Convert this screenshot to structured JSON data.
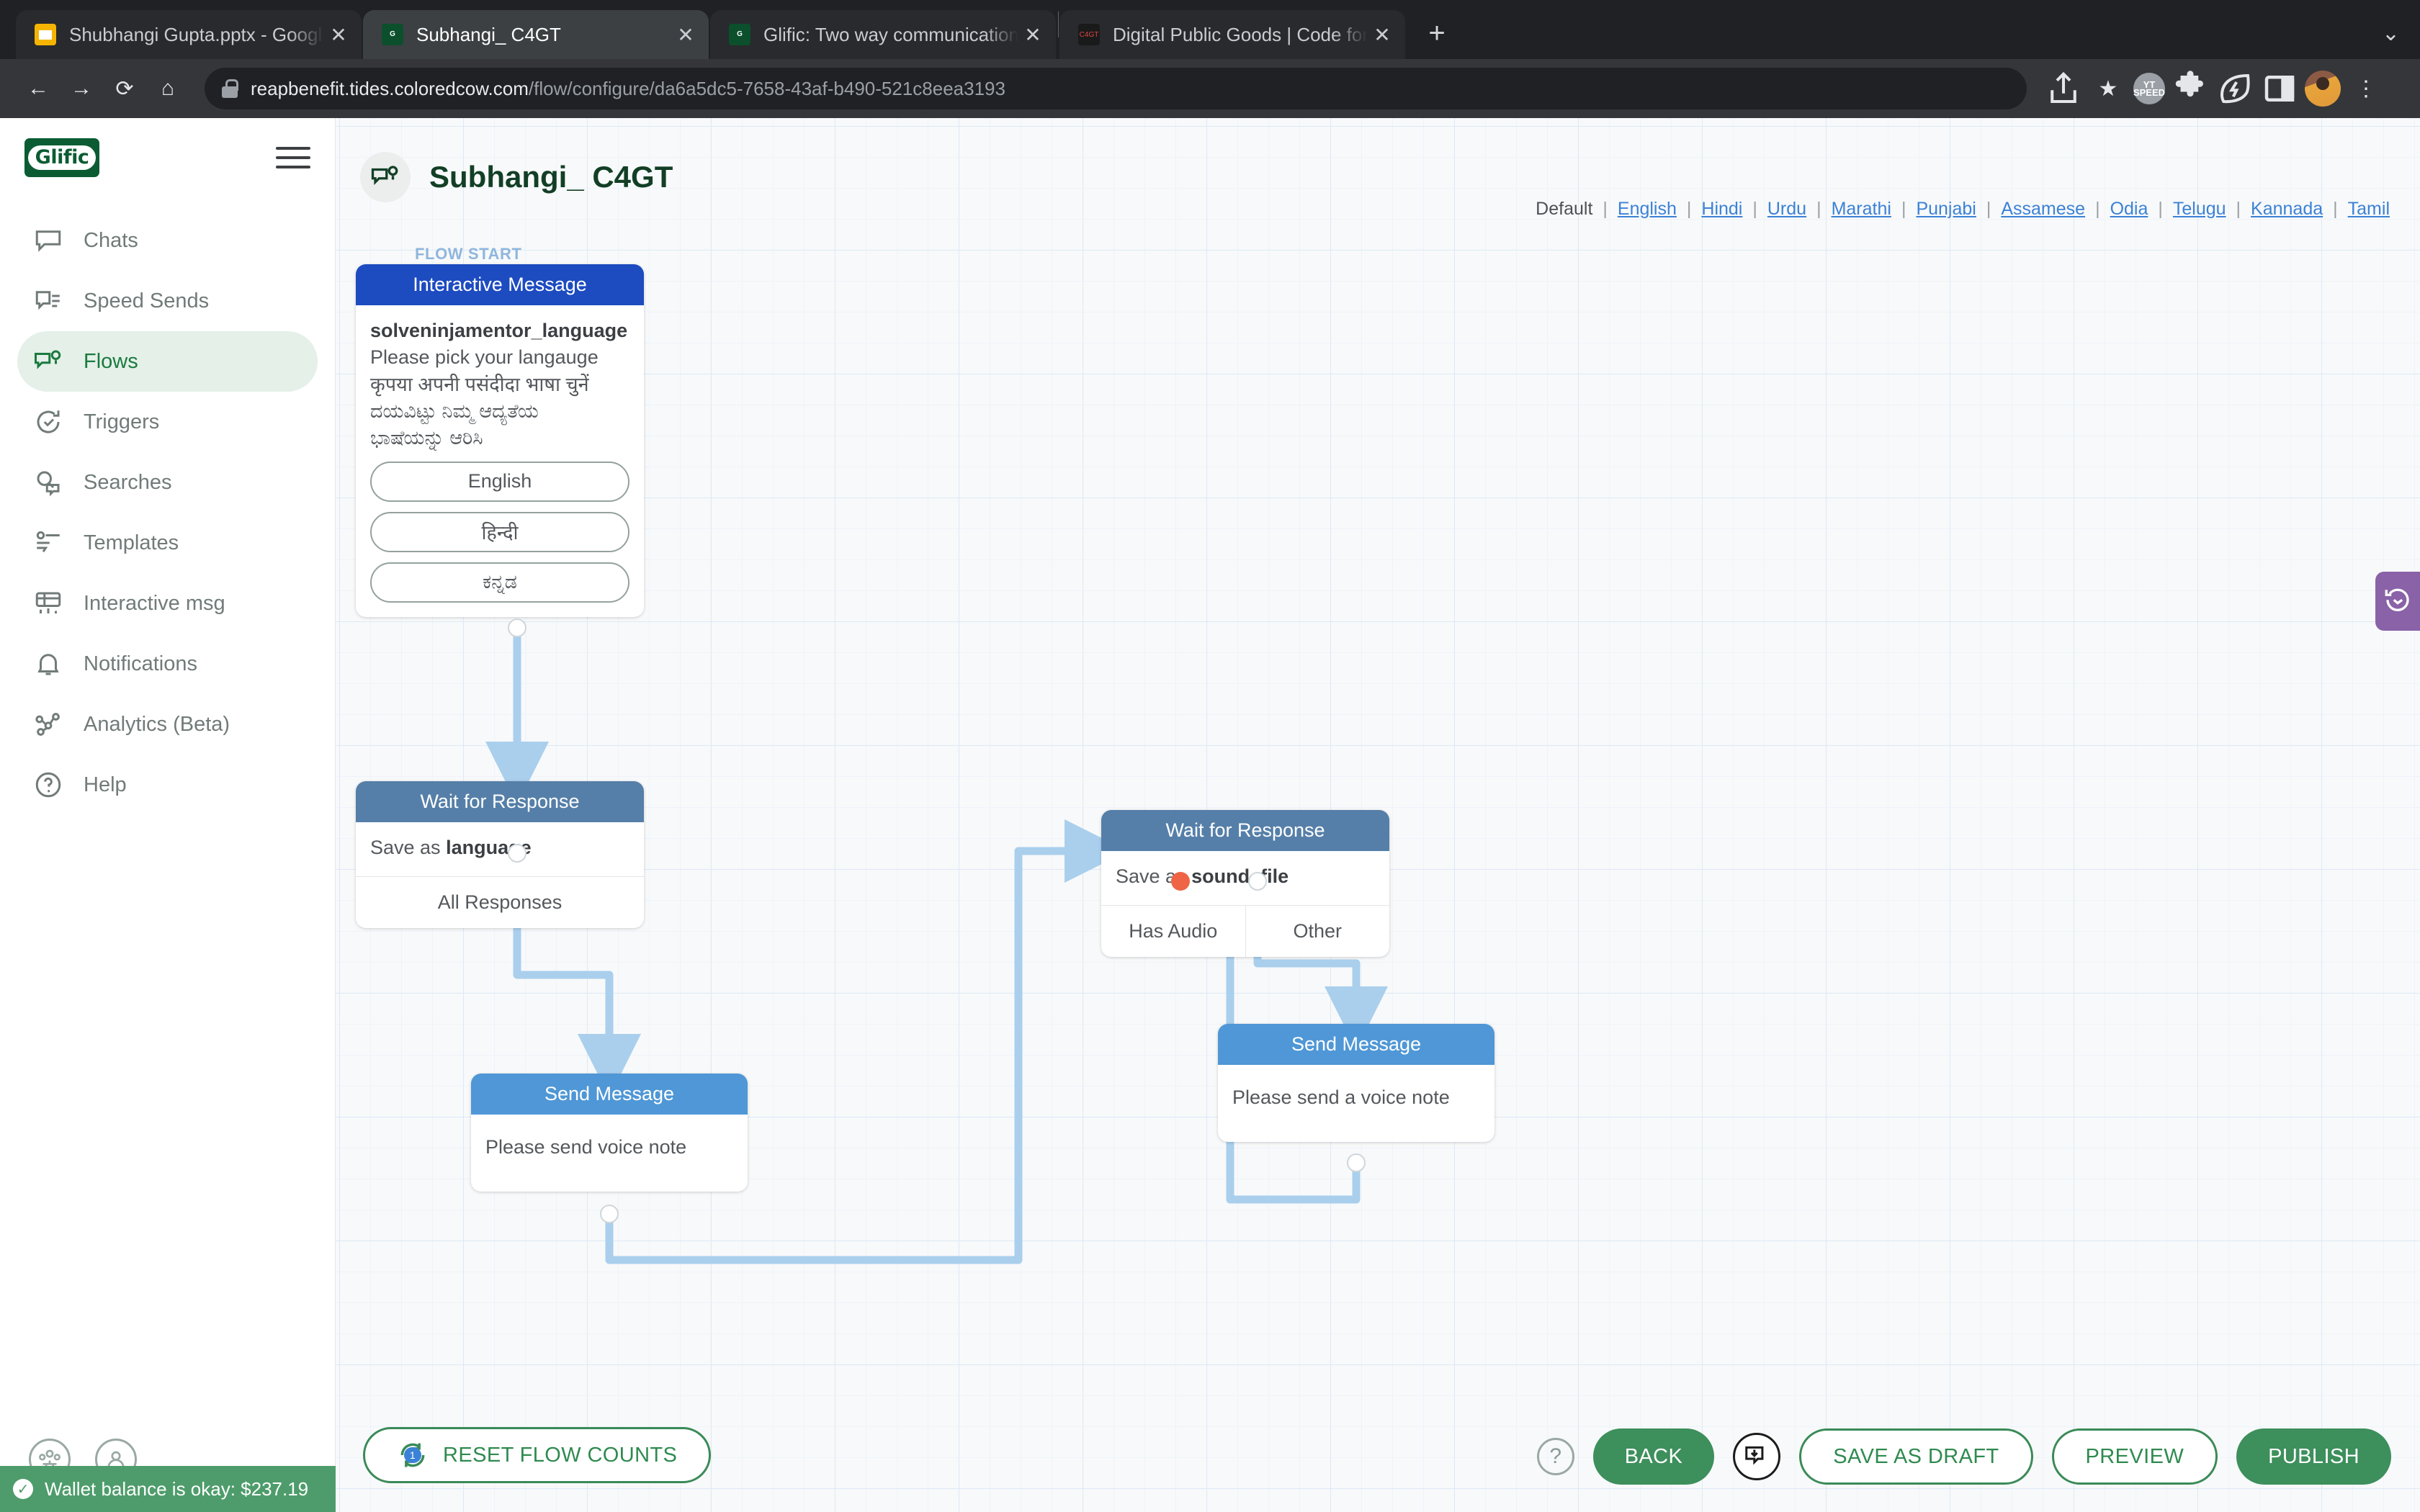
{
  "browser": {
    "tabs": [
      {
        "title": "Shubhangi Gupta.pptx - Google",
        "favicon": "slides-icon",
        "active": false
      },
      {
        "title": "Subhangi_ C4GT",
        "favicon": "glific-icon",
        "active": true
      },
      {
        "title": "Glific: Two way communication",
        "favicon": "glific-icon",
        "active": false
      },
      {
        "title": "Digital Public Goods | Code for",
        "favicon": "c4gt-icon",
        "active": false
      }
    ],
    "new_tab_label": "+",
    "close_label": "✕",
    "tab_list_label": "⌄",
    "nav": {
      "back": "←",
      "forward": "→",
      "reload": "⟳",
      "home": "⌂"
    },
    "url_host": "reapbenefit.tides.coloredcow.com",
    "url_path": "/flow/configure/da6a5dc5-7658-43af-b490-521c8eea3193",
    "toolbar_right": {
      "share": "share-icon",
      "bookmark": "★",
      "extension_yt": "YT SPEED",
      "extensions": "puzzle-icon",
      "leaf": "leaf-icon",
      "sidepanel": "sidepanel-icon",
      "profile": "avatar",
      "menu": "⋮"
    }
  },
  "sidebar": {
    "logo_text": "Glific",
    "menu_icon": "hamburger-icon",
    "items": [
      {
        "label": "Chats",
        "icon": "chat-icon",
        "active": false
      },
      {
        "label": "Speed Sends",
        "icon": "speed-send-icon",
        "active": false
      },
      {
        "label": "Flows",
        "icon": "flow-icon",
        "active": true
      },
      {
        "label": "Triggers",
        "icon": "trigger-icon",
        "active": false
      },
      {
        "label": "Searches",
        "icon": "search-chat-icon",
        "active": false
      },
      {
        "label": "Templates",
        "icon": "template-icon",
        "active": false
      },
      {
        "label": "Interactive msg",
        "icon": "interactive-msg-icon",
        "active": false
      },
      {
        "label": "Notifications",
        "icon": "bell-icon",
        "active": false
      },
      {
        "label": "Analytics (Beta)",
        "icon": "analytics-icon",
        "active": false
      },
      {
        "label": "Help",
        "icon": "help-icon",
        "active": false
      }
    ],
    "bottom_icons": [
      {
        "name": "collection-icon"
      },
      {
        "name": "profile-icon"
      }
    ],
    "wallet_text": "Wallet balance is okay: $237.19",
    "wallet_check": "✓",
    "wallet_color": "#4e9c6b"
  },
  "flow": {
    "title": "Subhangi_ C4GT",
    "title_icon": "flow-icon",
    "flow_start_label": "FLOW START",
    "languages": {
      "current": "Default",
      "items": [
        "English",
        "Hindi",
        "Urdu",
        "Marathi",
        "Punjabi",
        "Assamese",
        "Odia",
        "Telugu",
        "Kannada",
        "Tamil"
      ],
      "separator": "|"
    },
    "history_button_icon": "history-clock-icon",
    "history_button_color": "#8a62a8",
    "nodes": [
      {
        "id": "interactive-message",
        "type": "Interactive Message",
        "header_color": "#1d4bc0",
        "name": "solveninjamentor_language",
        "lines": [
          "Please pick your langauge",
          "कृपया अपनी पसंदीदा भाषा चुनें",
          "ದಯವಿಟ್ಟು ನಿಮ್ಮ ಆದ್ಯತೆಯ",
          "ಭಾಷೆಯನ್ನು ಆರಿಸಿ"
        ],
        "options": [
          "English",
          "हिन्दी",
          "ಕನ್ನಡ"
        ]
      },
      {
        "id": "wait-for-response-language",
        "type": "Wait for Response",
        "header_color": "#557fa8",
        "save_prefix": "Save as",
        "save_as": "language",
        "exits": [
          "All Responses"
        ]
      },
      {
        "id": "wait-for-response-sound-file",
        "type": "Wait for Response",
        "header_color": "#557fa8",
        "save_prefix": "Save as",
        "save_as": "sound_file",
        "exits": [
          "Has Audio",
          "Other"
        ],
        "marker_color": "#ee6445"
      },
      {
        "id": "send-message-left",
        "type": "Send Message",
        "header_color": "#4f97d6",
        "text": "Please send voice note"
      },
      {
        "id": "send-message-right",
        "type": "Send Message",
        "header_color": "#4f97d6",
        "text": "Please send a voice note"
      }
    ],
    "connector_color": "#a9cfed"
  },
  "bottom_bar": {
    "reset_label": "RESET FLOW COUNTS",
    "reset_badge": "1",
    "reset_icon": "reset-counts-icon",
    "help_icon": "?",
    "back_label": "BACK",
    "save_icon": "save-flow-icon",
    "save_draft_label": "SAVE AS DRAFT",
    "preview_label": "PREVIEW",
    "publish_label": "PUBLISH"
  }
}
